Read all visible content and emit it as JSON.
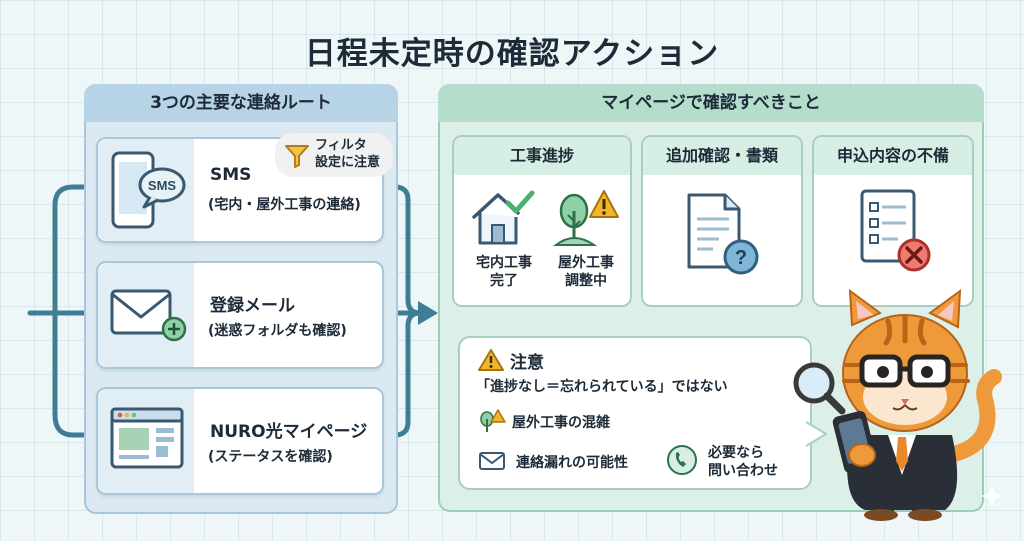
{
  "title": "日程未定時の確認アクション",
  "left_panel": {
    "heading": "3つの主要な連絡ルート",
    "routes": [
      {
        "main": "SMS",
        "sub": "(宅内・屋外工事の連絡)",
        "icon": "smartphone-sms-icon",
        "icon_text": "SMS"
      },
      {
        "main": "登録メール",
        "sub": "(迷惑フォルダも確認)",
        "icon": "envelope-plus-icon"
      },
      {
        "main": "NURO光マイページ",
        "sub": "(ステータスを確認)",
        "icon": "browser-window-icon"
      }
    ],
    "filter_note": {
      "line1": "フィルタ",
      "line2": "設定に注意",
      "icon": "funnel-icon"
    }
  },
  "right_panel": {
    "heading": "マイページで確認すべきこと",
    "cards": [
      {
        "heading": "工事進捗",
        "items": [
          {
            "line1": "宅内工事",
            "line2": "完了",
            "icon": "house-check-icon"
          },
          {
            "line1": "屋外工事",
            "line2": "調整中",
            "icon": "tree-warning-icon"
          }
        ]
      },
      {
        "heading": "追加確認・書類",
        "icon": "document-question-icon"
      },
      {
        "heading": "申込内容の不備",
        "icon": "checklist-error-icon"
      }
    ],
    "note": {
      "heading": "注意",
      "quote": "「進捗なし＝忘れられている」ではない",
      "items": [
        {
          "text": "屋外工事の混雑",
          "icon": "tree-warning-icon"
        },
        {
          "text": "連絡漏れの可能性",
          "icon": "envelope-icon"
        },
        {
          "line1": "必要なら",
          "line2": "問い合わせ",
          "icon": "phone-icon"
        }
      ]
    }
  },
  "colors": {
    "blue_panel": "#dbe9f2",
    "green_panel": "#dcefe8",
    "flow_line": "#3f7d94",
    "warning": "#f0b72c",
    "error": "#e0564d",
    "cat_orange": "#ef9a3a"
  }
}
